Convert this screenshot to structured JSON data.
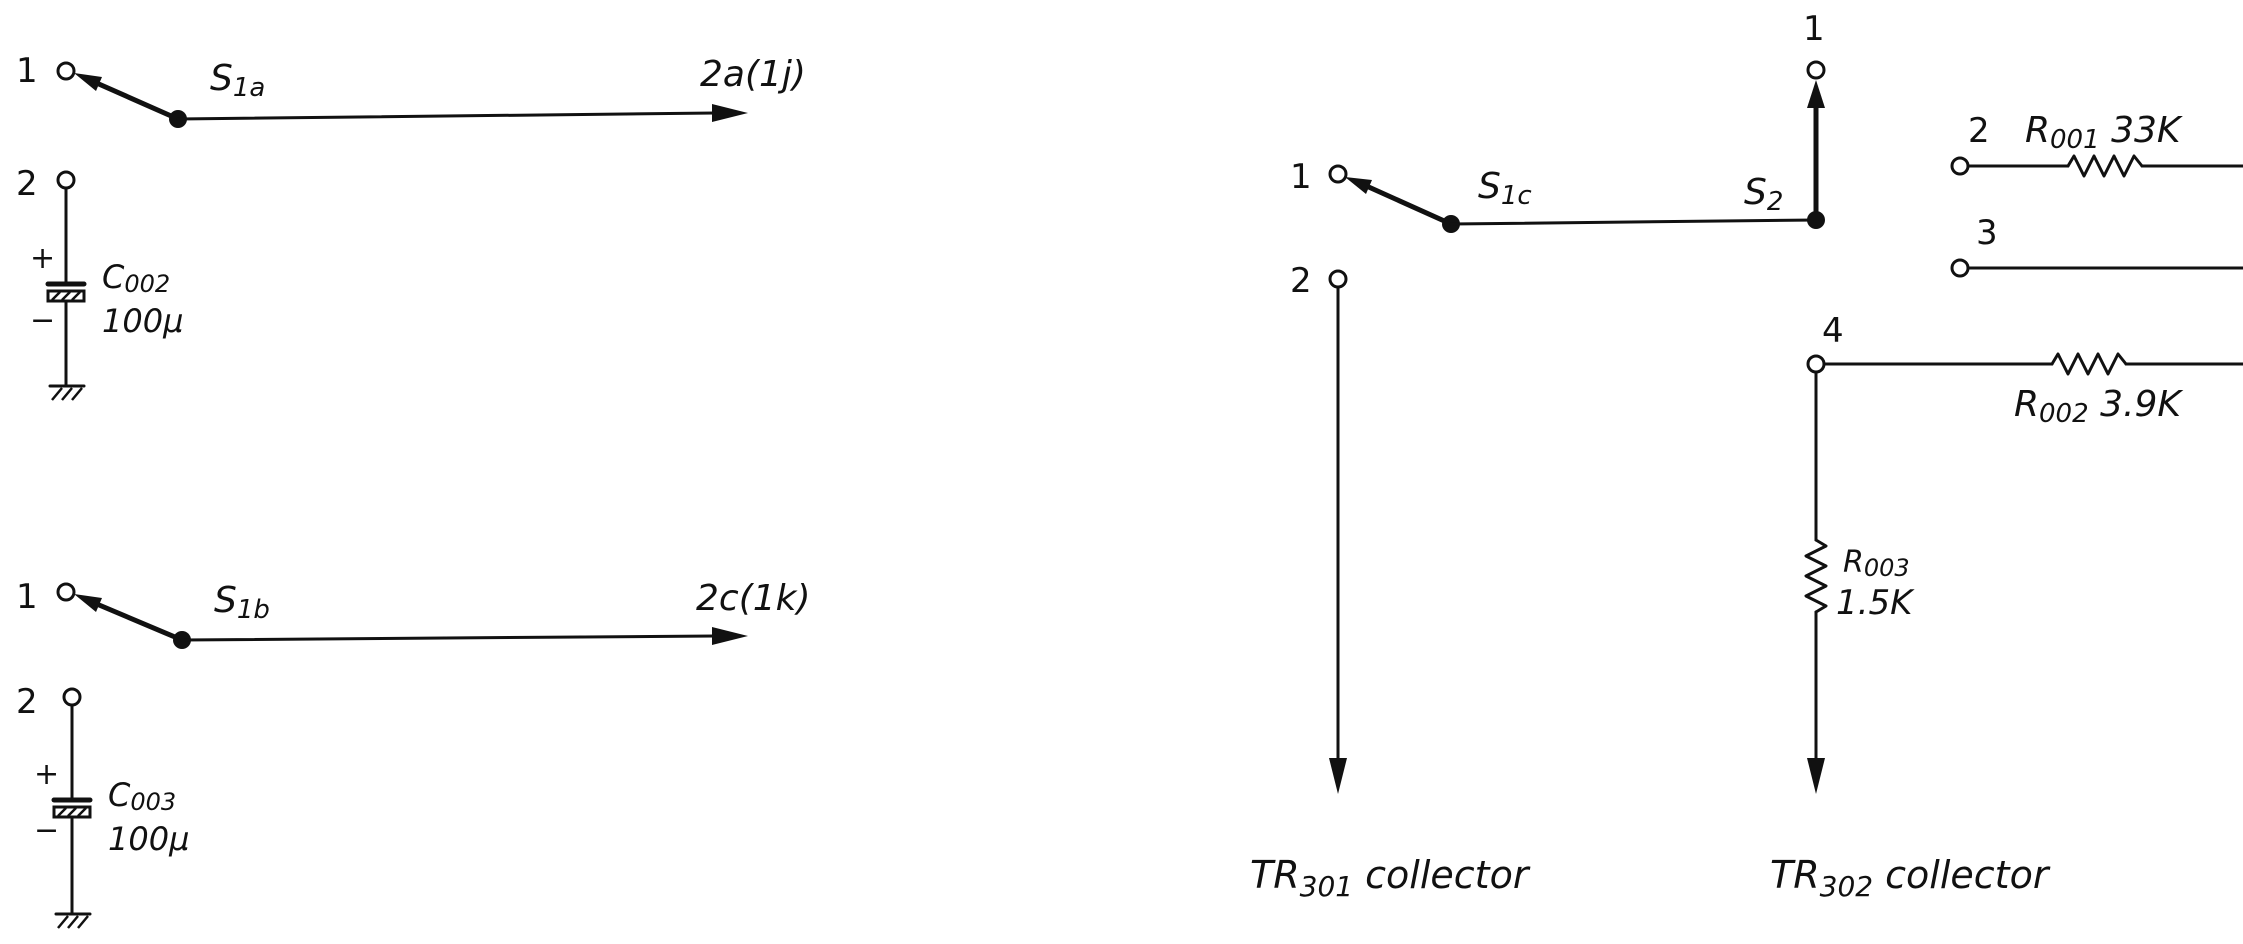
{
  "diagram": {
    "switch_s1a": {
      "name": "S",
      "sub": "1a",
      "t1": "1",
      "t2": "2",
      "dest": "2a(1j)",
      "cap": {
        "name": "C",
        "sub": "002",
        "value": "100μ",
        "plus": "+",
        "minus": "−"
      }
    },
    "switch_s1b": {
      "name": "S",
      "sub": "1b",
      "t1": "1",
      "t2": "2",
      "dest": "2c(1k)",
      "cap": {
        "name": "C",
        "sub": "003",
        "value": "100μ",
        "plus": "+",
        "minus": "−"
      }
    },
    "switch_s1c": {
      "name": "S",
      "sub": "1c",
      "t1": "1",
      "t2": "2"
    },
    "switch_s2": {
      "name": "S",
      "sub": "2",
      "t1": "1",
      "t2": "2",
      "t3": "3",
      "t4": "4"
    },
    "r001": {
      "name": "R",
      "sub": "001",
      "value": "33K"
    },
    "r002": {
      "name": "R",
      "sub": "002",
      "value": "3.9K"
    },
    "r003": {
      "name": "R",
      "sub": "003",
      "value": "1.5K"
    },
    "tr301": {
      "name": "TR",
      "sub": "301",
      "suffix": " collector"
    },
    "tr302": {
      "name": "TR",
      "sub": "302",
      "suffix": " collector"
    }
  }
}
